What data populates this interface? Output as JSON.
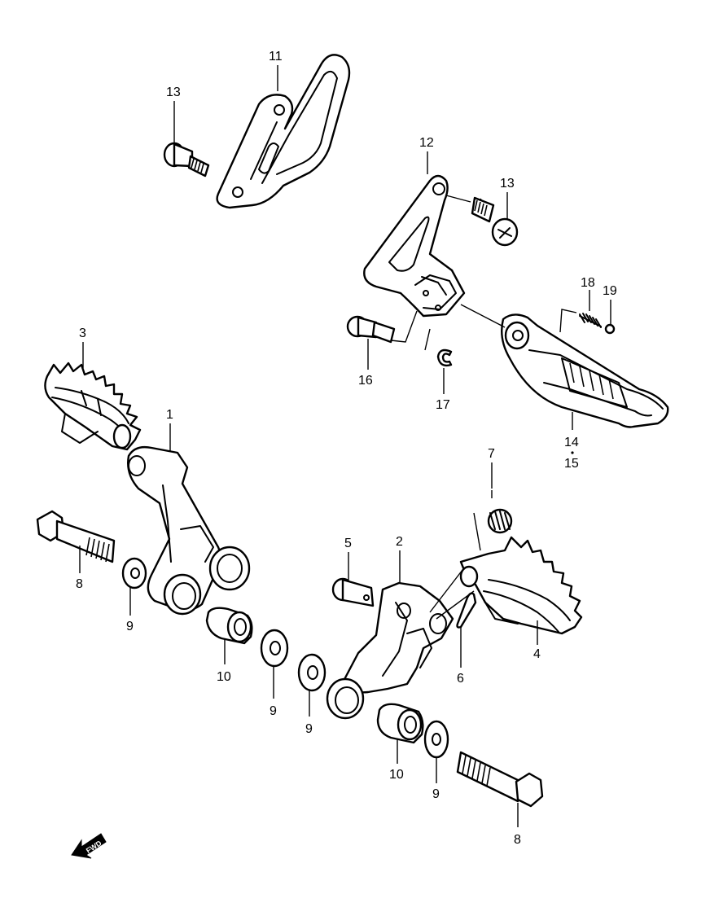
{
  "diagram": {
    "callouts": {
      "c1": "1",
      "c2": "2",
      "c3": "3",
      "c4": "4",
      "c5": "5",
      "c6": "6",
      "c7": "7",
      "c8a": "8",
      "c8b": "8",
      "c9a": "9",
      "c9b": "9",
      "c9c": "9",
      "c9d": "9",
      "c10a": "10",
      "c10b": "10",
      "c11": "11",
      "c12": "12",
      "c13a": "13",
      "c13b": "13",
      "c14": "14",
      "c15": "15",
      "c16": "16",
      "c17": "17",
      "c18": "18",
      "c19": "19"
    },
    "fwd_label": "FWD"
  }
}
